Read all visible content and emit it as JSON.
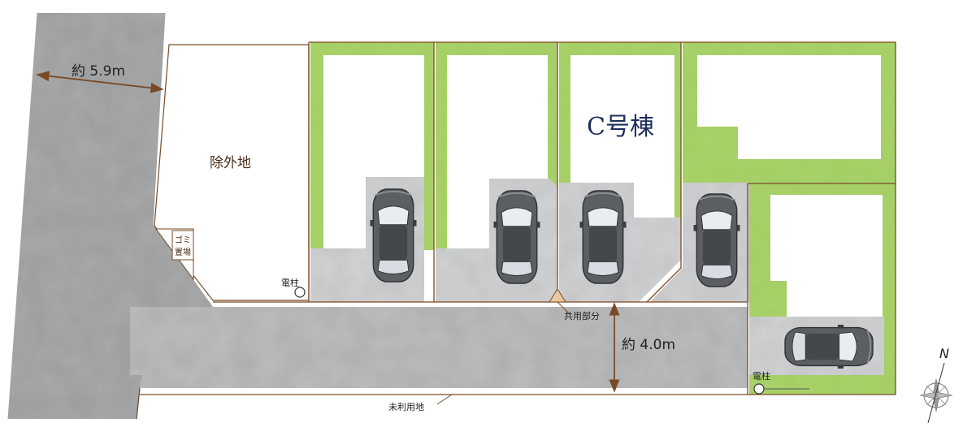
{
  "labels": {
    "excluded_land": "除外地",
    "garbage_line1": "ゴミ",
    "garbage_line2": "置場",
    "utility_pole": "電柱",
    "shared_portion": "共用部分",
    "unused_land": "未利用地",
    "house_c": "C号棟"
  },
  "dimensions": {
    "road_width": "約 5.9m",
    "lane_width": "約 4.0m"
  },
  "compass": {
    "north": "N"
  },
  "colors": {
    "road": "#a9aaac",
    "lane": "#bebfc1",
    "parking": "#d2d3d5",
    "lawn": "#a8d26a",
    "boundary": "#7a4a25",
    "car_body": "#5d6166",
    "navy_text": "#1e2f5c"
  }
}
